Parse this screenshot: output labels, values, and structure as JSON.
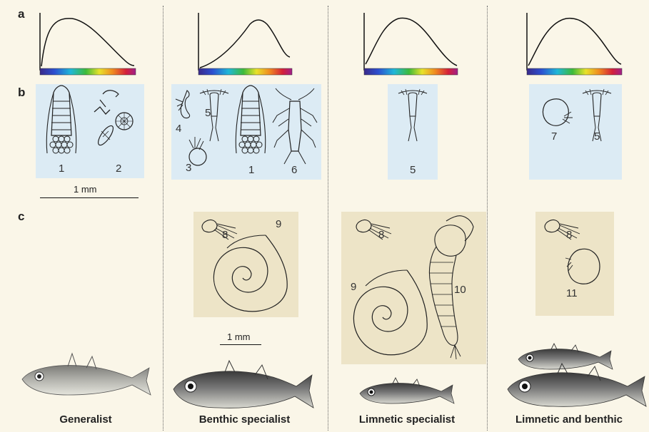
{
  "row_labels": {
    "a": "a",
    "b": "b",
    "c": "c"
  },
  "columns": [
    {
      "caption": "Generalist",
      "b_items": [
        "1",
        "2"
      ],
      "c_items": []
    },
    {
      "caption": "Benthic specialist",
      "b_items": [
        "4",
        "5",
        "3",
        "1",
        "6"
      ],
      "c_items": [
        "8",
        "9"
      ]
    },
    {
      "caption": "Limnetic specialist",
      "b_items": [
        "5"
      ],
      "c_items": [
        "8",
        "9",
        "10"
      ]
    },
    {
      "caption": "Limnetic and benthic",
      "b_items": [
        "7",
        "5"
      ],
      "c_items": [
        "8",
        "11"
      ]
    }
  ],
  "scale_bars": {
    "b": "1 mm",
    "c": "1 mm"
  },
  "colors": {
    "background": "#faf6e8",
    "panel_b": "#dcebf4",
    "panel_c": "#ede4c7"
  }
}
